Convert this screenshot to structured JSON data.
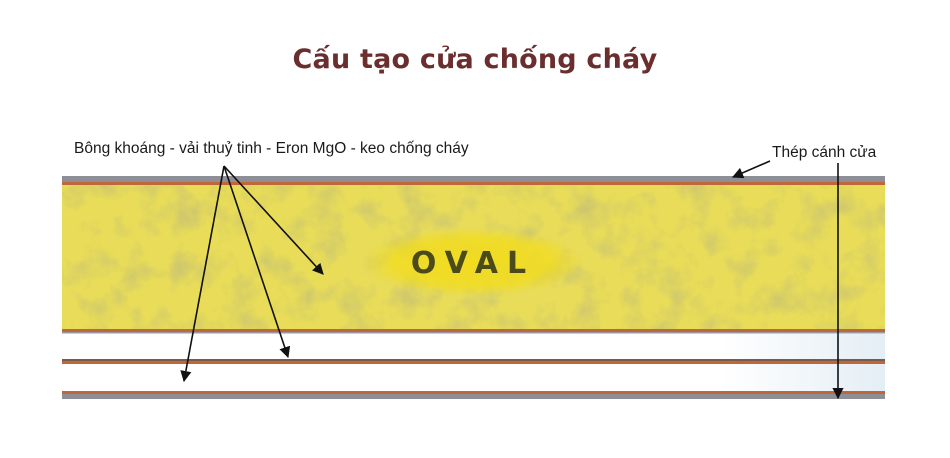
{
  "title": "Cấu tạo cửa chống cháy",
  "labels": {
    "core_materials": "Bông khoáng - vải thuỷ tinh - Eron MgO - keo chống cháy",
    "door_steel": "Thép cánh cửa"
  },
  "logo": {
    "text": "OVAL",
    "color": "#4a4a1a",
    "glow_color": "#f2dc1c"
  },
  "colors": {
    "title": "#6b2e2e",
    "core_fill": "#e8dc58",
    "steel_gray": "#8e8e96",
    "copper_line": "#c0673a"
  }
}
